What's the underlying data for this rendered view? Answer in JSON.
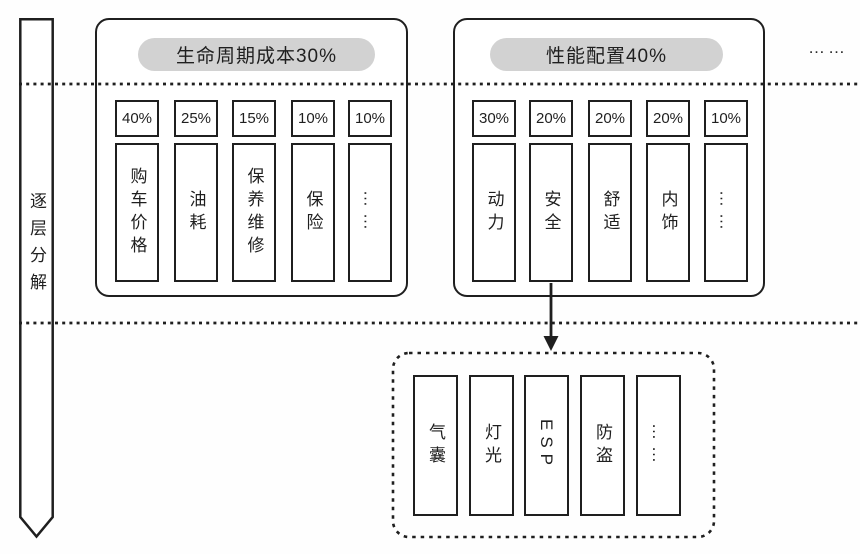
{
  "diagram": {
    "process_label": "逐层分解",
    "more_ellipsis": "……",
    "panels": [
      {
        "title": "生命周期成本30%",
        "columns": [
          {
            "weight": "40%",
            "label": "购车价格"
          },
          {
            "weight": "25%",
            "label": "油耗"
          },
          {
            "weight": "15%",
            "label": "保养维修"
          },
          {
            "weight": "10%",
            "label": "保险"
          },
          {
            "weight": "10%",
            "label": "……"
          }
        ]
      },
      {
        "title": "性能配置40%",
        "columns": [
          {
            "weight": "30%",
            "label": "动力"
          },
          {
            "weight": "20%",
            "label": "安全"
          },
          {
            "weight": "20%",
            "label": "舒适"
          },
          {
            "weight": "20%",
            "label": "内饰"
          },
          {
            "weight": "10%",
            "label": "……"
          }
        ]
      }
    ],
    "detail_box": {
      "columns": [
        {
          "label": "气囊"
        },
        {
          "label": "灯光"
        },
        {
          "label": "ESP"
        },
        {
          "label": "防盗"
        },
        {
          "label": "……"
        }
      ]
    },
    "colors": {
      "line": "#1f1f1f",
      "pill_bg": "#d2d2d2",
      "background": "#ffffff"
    }
  }
}
